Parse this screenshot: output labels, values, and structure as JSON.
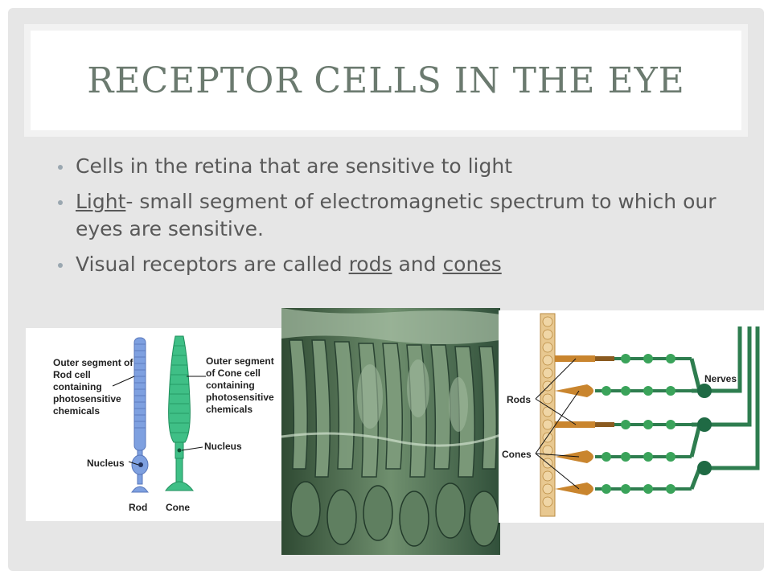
{
  "slide": {
    "title": "RECEPTOR CELLS IN THE EYE",
    "bullets": [
      {
        "pre": "Cells in the retina that are sensitive to light",
        "u1": "",
        "mid": "",
        "u2": "",
        "post": ""
      },
      {
        "pre": "",
        "u1": "Light",
        "mid": "- small segment of electromagnetic spectrum to which our eyes are sensitive.",
        "u2": "",
        "post": ""
      },
      {
        "pre": "Visual receptors are called ",
        "u1": "rods",
        "mid": " and ",
        "u2": "cones",
        "post": ""
      }
    ]
  },
  "left_diagram": {
    "rod_outer_label": "Outer segment of Rod cell containing photosensitive chemicals",
    "cone_outer_label": "Outer segment of Cone cell containing photosensitive chemicals",
    "nucleus_left": "Nucleus",
    "nucleus_right": "Nucleus",
    "rod_label": "Rod",
    "cone_label": "Cone",
    "rod_color": "#7ea0e0",
    "cone_color": "#3fbf86"
  },
  "right_diagram": {
    "nerves_label": "Nerves",
    "rods_label": "Rods",
    "cones_label": "Cones",
    "nerve_color": "#2e7d4f",
    "receptor_color": "#c9852e"
  }
}
